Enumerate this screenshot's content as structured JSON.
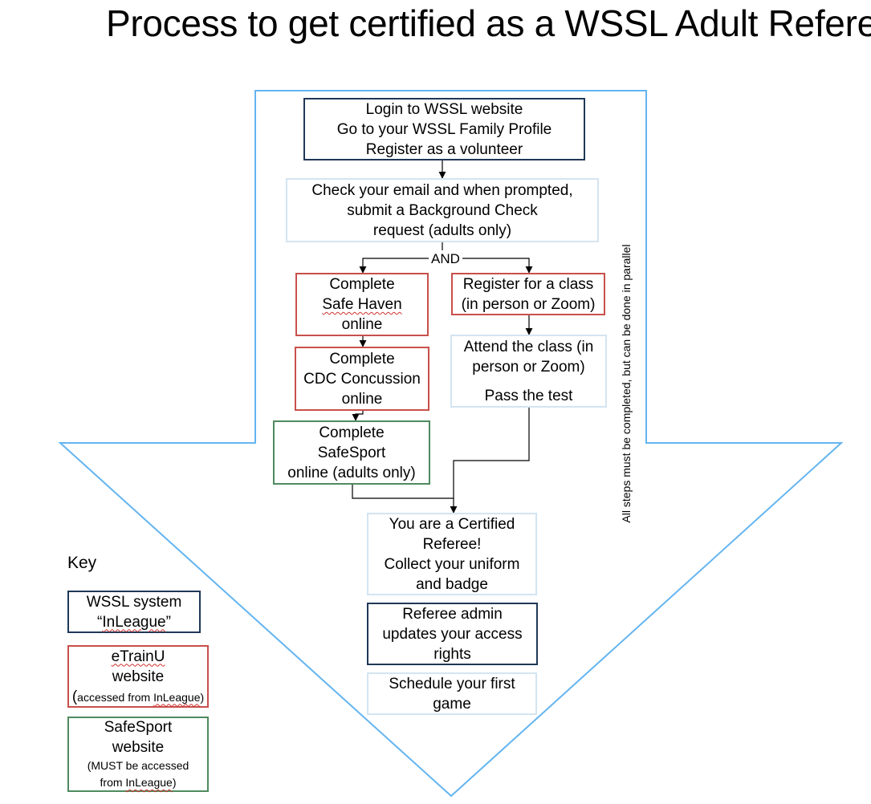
{
  "title": "Process to get certified as a WSSL Adult Referee",
  "steps": {
    "login": {
      "lines": [
        "Login to WSSL website",
        "Go to your WSSL Family Profile",
        "Register as a volunteer"
      ]
    },
    "email": {
      "lines": [
        "Check your email and when prompted,",
        "submit a Background Check",
        "request (adults only)"
      ]
    },
    "and_label": "AND",
    "safe_haven": {
      "line1": "Complete",
      "line2": "Safe Haven",
      "line3": "online"
    },
    "cdc": {
      "lines": [
        "Complete",
        "CDC Concussion",
        "online"
      ]
    },
    "safesport": {
      "lines": [
        "Complete",
        "SafeSport",
        "online (adults only)"
      ]
    },
    "register_class": {
      "lines": [
        "Register for a class",
        "(in person or Zoom)"
      ]
    },
    "attend_class": {
      "lines": [
        "Attend the class (in",
        "person or Zoom)"
      ],
      "pass": "Pass the test"
    },
    "certified": {
      "lines": [
        "You are a Certified",
        "Referee!",
        "Collect your uniform",
        "and badge"
      ]
    },
    "admin": {
      "lines": [
        "Referee admin",
        "updates your access",
        "rights"
      ]
    },
    "schedule": {
      "lines": [
        "Schedule your first",
        "game"
      ]
    }
  },
  "side_note": "All steps must be completed, but can be done in parallel",
  "key": {
    "title": "Key",
    "wssl": {
      "line1": "WSSL system",
      "quote_open": "“",
      "name": "InLeague",
      "quote_close": "”"
    },
    "etrainu": {
      "name": "eTrainU",
      "line2": "website",
      "paren_open": "(",
      "note_pre": "accessed from ",
      "note_link": "InLeague",
      "paren_close": ")"
    },
    "safesport": {
      "line1": "SafeSport",
      "line2": "website",
      "note1": "(MUST be accessed",
      "note2_pre": "from ",
      "note2_link": "InLeague",
      "note2_post": ")"
    }
  },
  "colors": {
    "navy": "#1f3858",
    "light_blue": "#d4e4f1",
    "red": "#c8504b",
    "green": "#4e8a5f",
    "arrow_outline": "#64b5f0",
    "spellcheck_underline": "#d0312d"
  }
}
